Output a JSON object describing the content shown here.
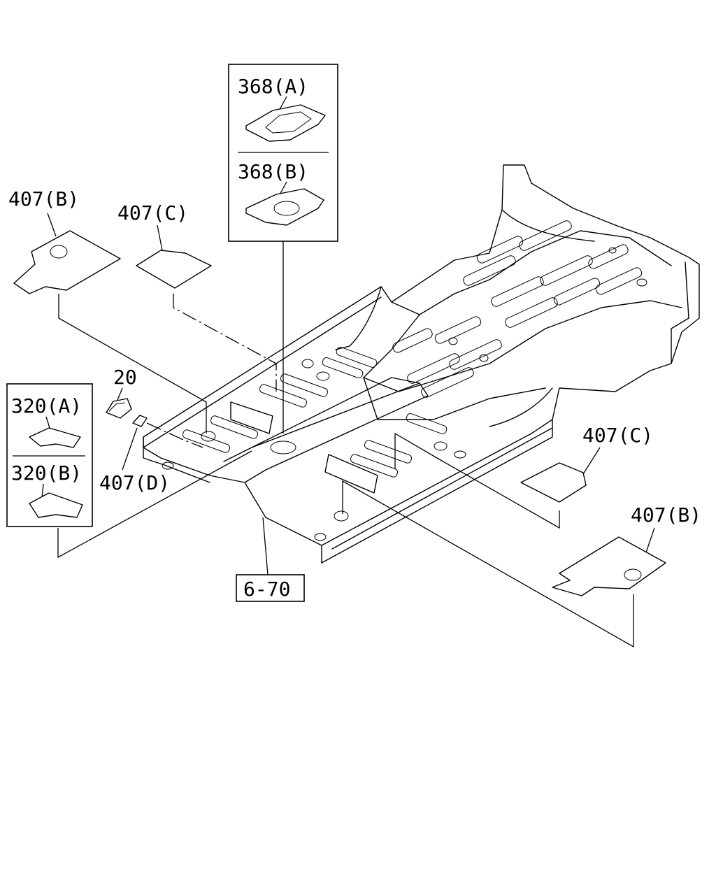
{
  "labels": {
    "p407b_left": "407(B)",
    "p407c_left": "407(C)",
    "p368a": "368(A)",
    "p368b": "368(B)",
    "p20": "20",
    "p320a": "320(A)",
    "p320b": "320(B)",
    "p407d": "407(D)",
    "p407c_right": "407(C)",
    "p407b_right": "407(B)",
    "ref_670": "6-70"
  }
}
